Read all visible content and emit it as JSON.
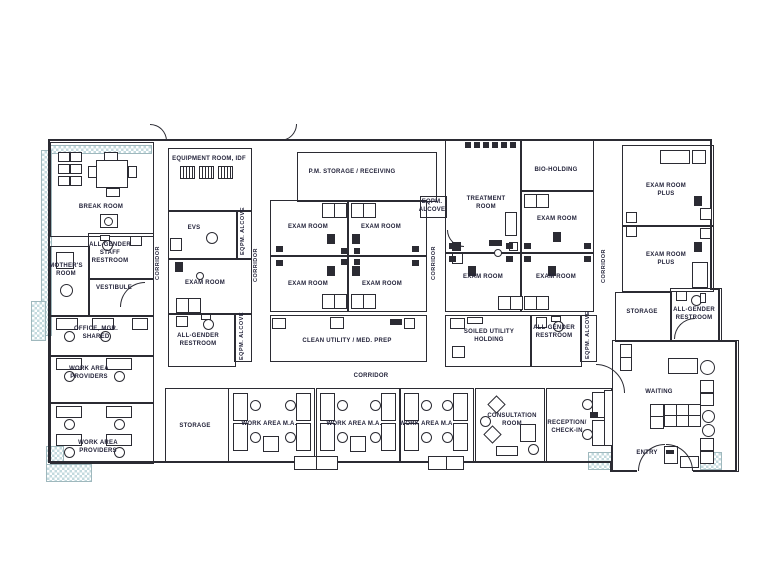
{
  "labels": {
    "break_room": "BREAK ROOM",
    "equipment_room_idf": "EQUIPMENT ROOM, IDF",
    "evs": "EVS",
    "all_gender_staff_restroom": "ALL-GENDER\nSTAFF\nRESTROOM",
    "mothers_room": "MOTHER'S\nROOM",
    "vestibule": "VESTIBULE",
    "corridor": "CORRIDOR",
    "exam_room": "EXAM ROOM",
    "exam_room_plus": "EXAM ROOM\nPLUS",
    "office_mgr_shared": "OFFICE, MGR.\nSHARED",
    "work_area_providers": "WORK AREA\nPROVIDERS",
    "all_gender_restroom": "ALL-GENDER\nRESTROOM",
    "eqpm_alcove": "EQPM. ALCOVE",
    "eqpm_alcove_2line": "EQPM.\nALCOVE",
    "pm_storage_receiving": "P.M. STORAGE / RECEIVING",
    "treatment_room": "TREATMENT\nROOM",
    "bio_holding": "BIO-HOLDING",
    "clean_utility_med_prep": "CLEAN UTILITY / MED. PREP",
    "soiled_utility_holding": "SOILED UTILITY\nHOLDING",
    "storage": "STORAGE",
    "waiting": "WAITING",
    "entry": "ENTRY",
    "work_area_ma": "WORK AREA M.A.",
    "consultation_room": "CONSULTATION\nROOM",
    "reception_check_in": "RECEPTION/\nCHECK-IN"
  },
  "colors": {
    "wall": "#2b2b33",
    "label_text": "#23233a",
    "window_hatch": "#c3dade",
    "background": "#ffffff"
  }
}
